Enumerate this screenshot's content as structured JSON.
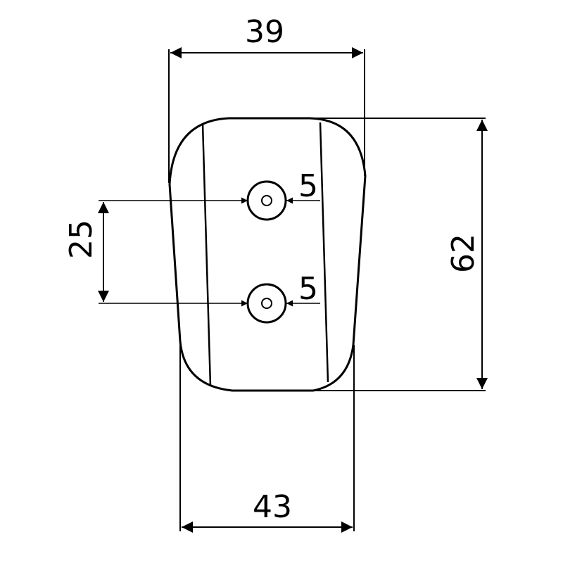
{
  "dimensions": {
    "top_width": "39",
    "bottom_width": "43",
    "overall_height": "62",
    "hole_spacing": "25",
    "hole_upper": "5",
    "hole_lower": "5"
  },
  "colors": {
    "stroke": "#000000",
    "background": "#ffffff"
  }
}
